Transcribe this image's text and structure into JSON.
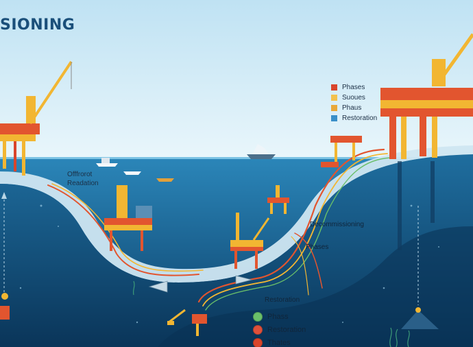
{
  "title": "SIONING",
  "labels": {
    "offshore_1": "Offfrorot",
    "offshore_2": "Readation",
    "decommissioning": "Decommissioning",
    "phases": "Phases",
    "restoration": "Restoration"
  },
  "legend_top": [
    {
      "label": "Phases",
      "color": "#d9452b"
    },
    {
      "label": "Suoues",
      "color": "#f2c14e"
    },
    {
      "label": "Phaus",
      "color": "#e8a83a"
    },
    {
      "label": "Restoration",
      "color": "#3a8fc8"
    }
  ],
  "legend_bottom": [
    {
      "label": "Phass",
      "color": "#6abf69"
    },
    {
      "label": "Restoration",
      "color": "#e0503a"
    },
    {
      "label": "Thates",
      "color": "#d9452b"
    }
  ],
  "colors": {
    "sky_top": "#bfe2f3",
    "sky_bottom": "#e9f6fb",
    "sea_surface": "#2b86b9",
    "deep_sea": "#0b3d66",
    "seabed": "#dcecf4",
    "rig_orange": "#e2552f",
    "rig_yellow": "#f2b632"
  }
}
